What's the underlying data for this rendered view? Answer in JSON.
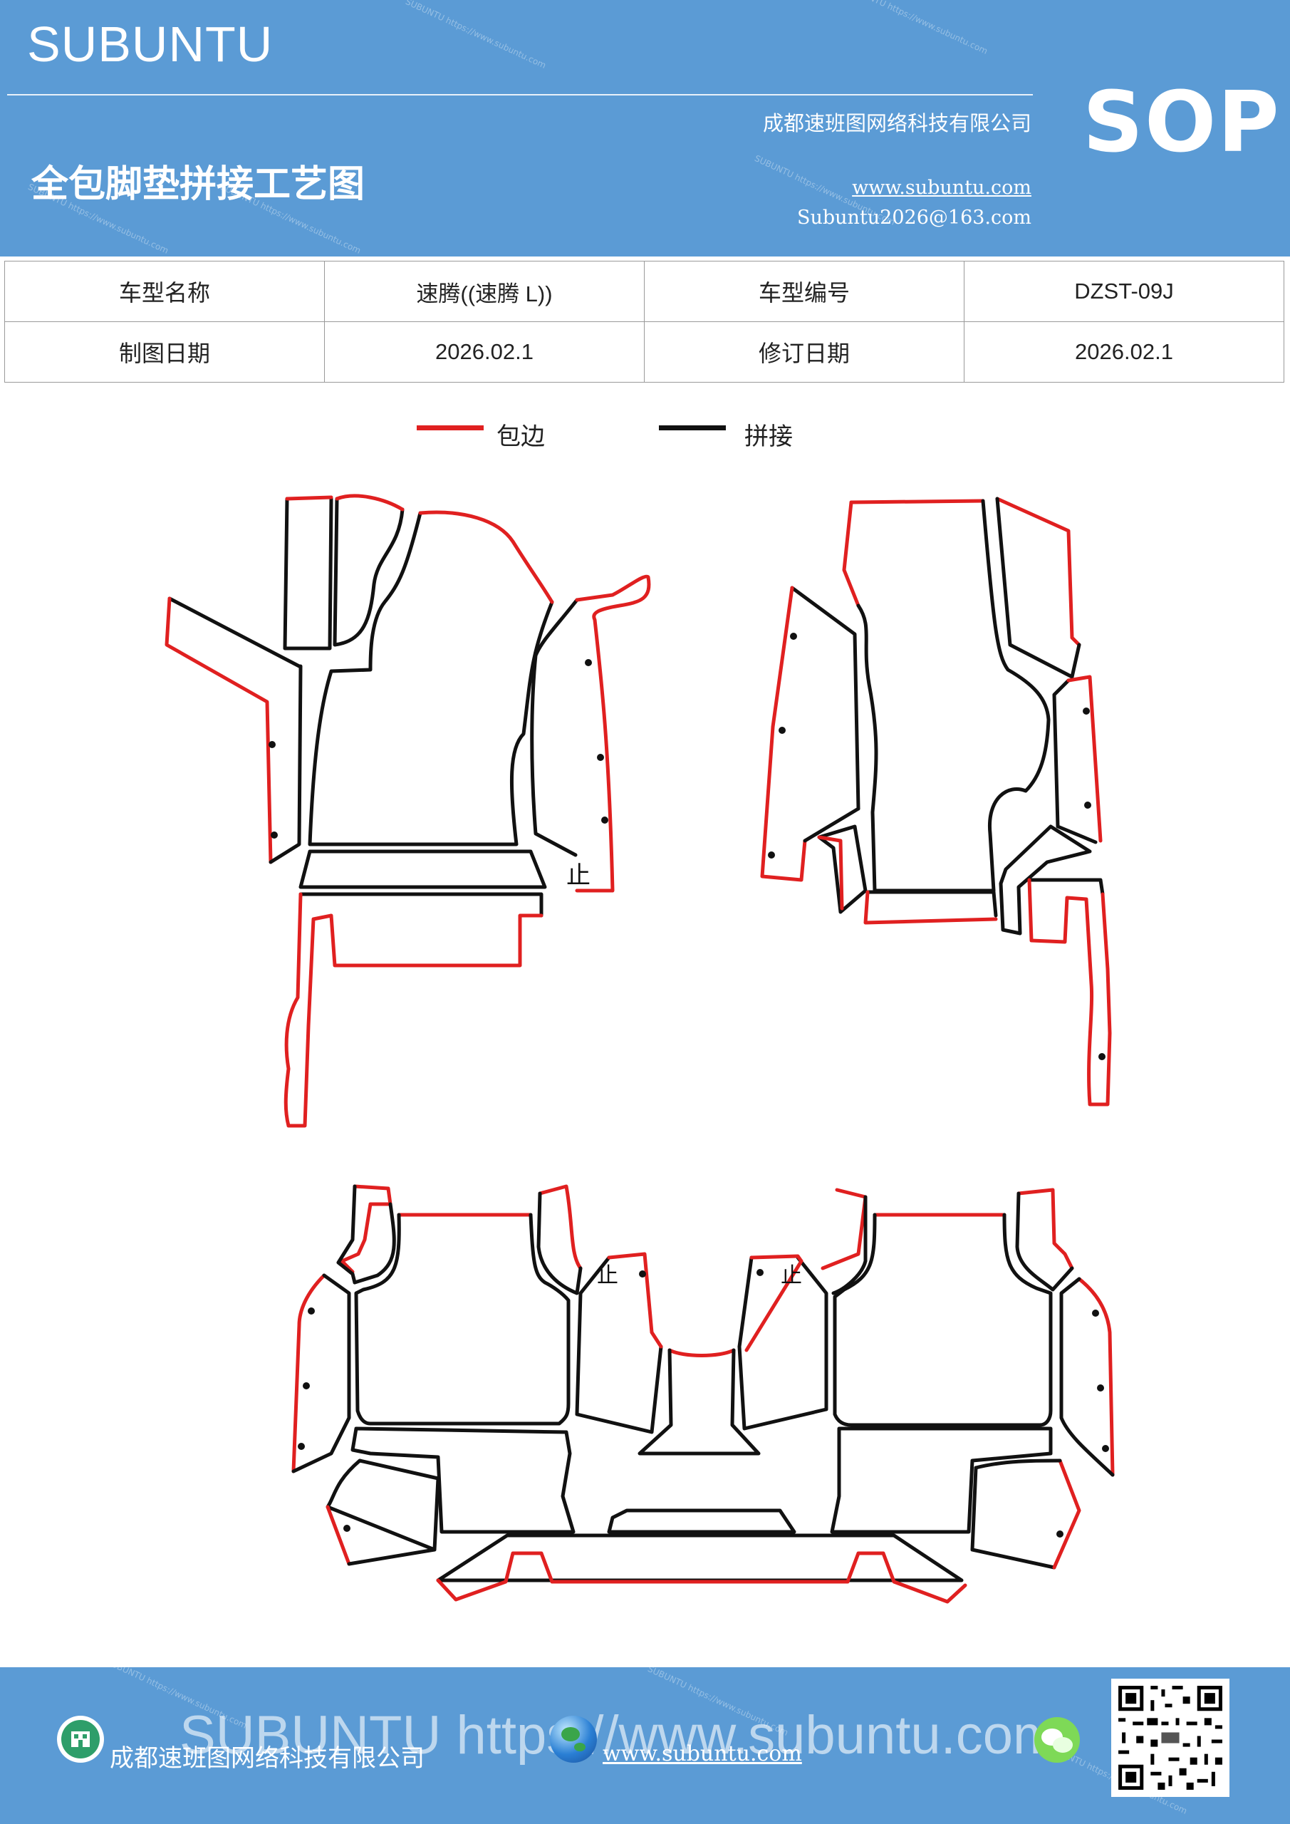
{
  "header": {
    "brand": "SUBUNTU",
    "company": "成都速班图网络科技有限公司",
    "title": "全包脚垫拼接工艺图",
    "website": "www.subuntu.com",
    "email": "Subuntu2026@163.com",
    "badge": "SOP",
    "watermark_text": "SUBUNTU https://www.subuntu.com"
  },
  "info_table": {
    "model_name_label": "车型名称",
    "model_name_value": "速腾((速腾 L))",
    "model_code_label": "车型编号",
    "model_code_value": "DZST-09J",
    "draw_date_label": "制图日期",
    "draw_date_value": "2026.02.1",
    "revise_date_label": "修订日期",
    "revise_date_value": "2026.02.1"
  },
  "legend": {
    "items": [
      {
        "label": "包边",
        "color": "#e02020"
      },
      {
        "label": "拼接",
        "color": "#111111"
      }
    ]
  },
  "diagram": {
    "marker_label": "止",
    "edge_color": "#e02020",
    "seam_color": "#111111"
  },
  "footer": {
    "company": "成都速班图网络科技有限公司",
    "website": "www.subuntu.com",
    "big_url": "SUBUNTU https://www.subuntu.com",
    "icons": [
      "building-icon",
      "globe-icon",
      "wechat-icon"
    ]
  }
}
